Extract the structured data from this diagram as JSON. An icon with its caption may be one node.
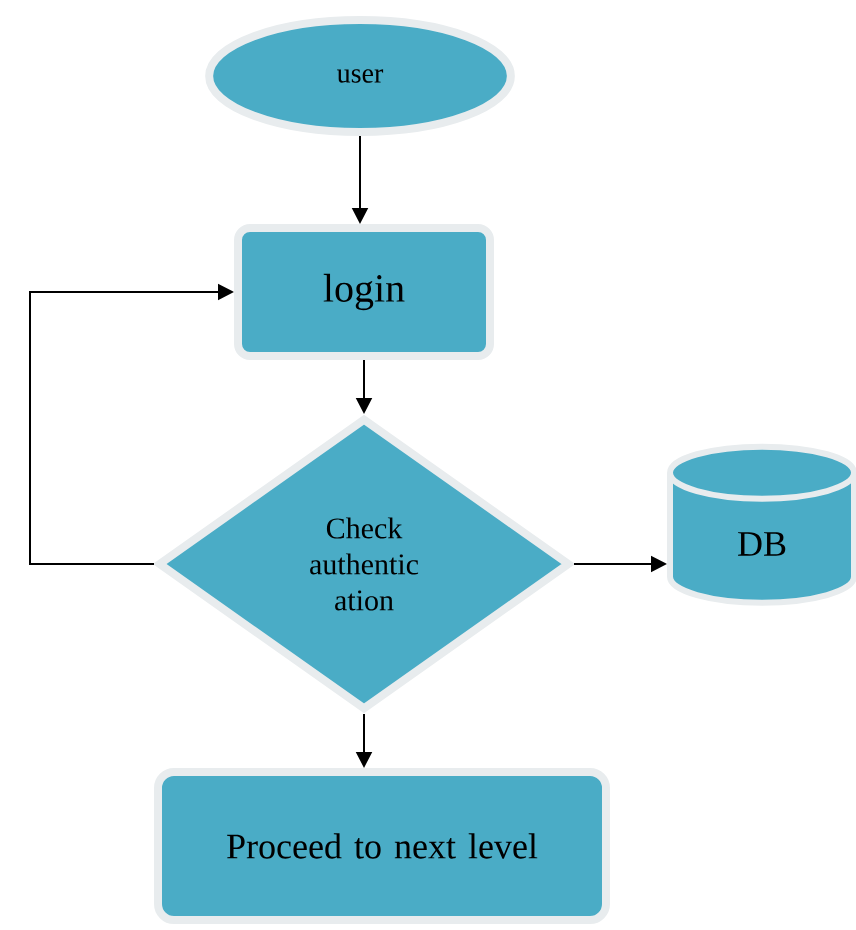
{
  "diagram": {
    "nodes": [
      {
        "text": [
          "user"
        ]
      },
      {
        "text": [
          "login"
        ]
      },
      {
        "text": [
          "Check authentic ation"
        ]
      },
      {
        "text": [
          "DB"
        ]
      },
      {
        "text": [
          "Proceed to next level"
        ]
      }
    ],
    "edges": [
      {
        "from": 0,
        "to": 1,
        "arrow": "to"
      },
      {
        "from": 1,
        "to": 2,
        "arrow": "to"
      },
      {
        "from": 2,
        "to": 3,
        "arrow": "to"
      },
      {
        "from": 2,
        "to": 4,
        "arrow": "to"
      },
      {
        "from": 2,
        "to": 1,
        "arrow": "to"
      }
    ]
  }
}
